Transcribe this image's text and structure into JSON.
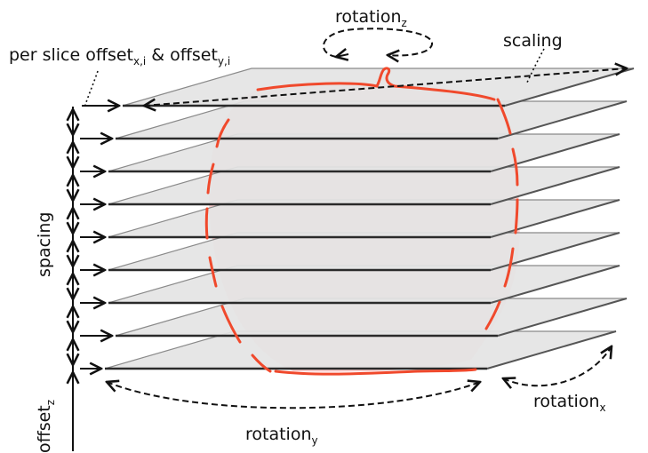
{
  "labels": {
    "rotation_z": {
      "main": "rotation",
      "sub": "z"
    },
    "scaling": "scaling",
    "per_slice": {
      "main": "per slice offset",
      "sub1": "x,i",
      "mid": " & offset",
      "sub2": "y,i"
    },
    "spacing": "spacing",
    "offset_z": {
      "main": "offset",
      "sub": "z"
    },
    "rotation_y": {
      "main": "rotation",
      "sub": "y"
    },
    "rotation_x": {
      "main": "rotation",
      "sub": "x"
    }
  },
  "slices": {
    "count": 9
  },
  "colors": {
    "apple_outline": "#f0492c",
    "apple_fill": "#fdd0d0",
    "slice_fill": "#e4e4e4",
    "slice_edge_front": "#2a2a2a",
    "slice_edge_back": "#8a8a8a",
    "annotation": "#111111"
  }
}
